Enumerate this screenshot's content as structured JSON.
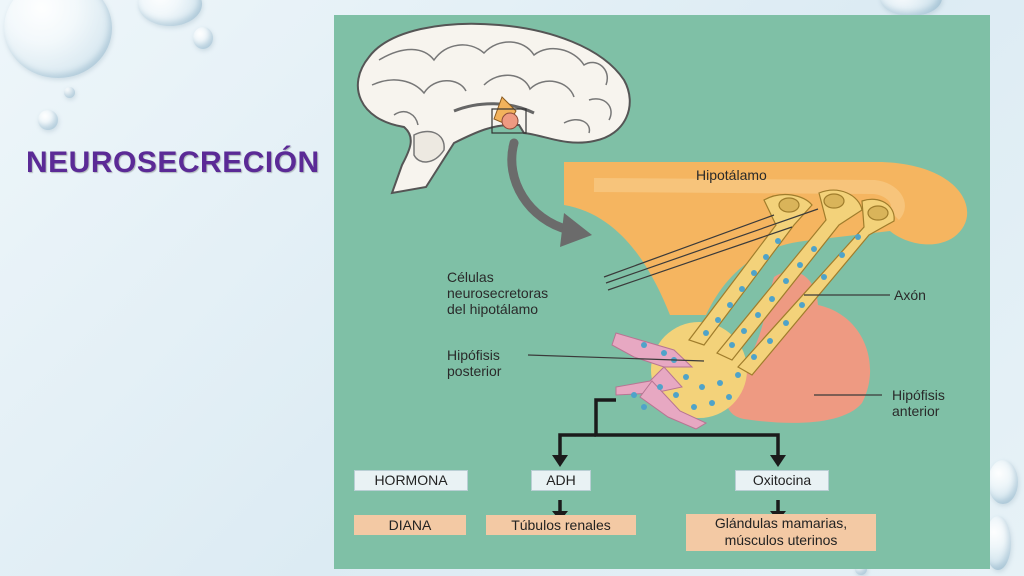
{
  "slide": {
    "title": "NEUROSECRECIÓN"
  },
  "diagram": {
    "labels": {
      "hipotalamo": "Hipotálamo",
      "celulas_line1": "Células",
      "celulas_line2": "neurosecretoras",
      "celulas_line3": "del hipotálamo",
      "axon": "Axón",
      "hipofisis_posterior_line1": "Hipófisis",
      "hipofisis_posterior_line2": "posterior",
      "hipofisis_anterior_line1": "Hipófisis",
      "hipofisis_anterior_line2": "anterior"
    },
    "table": {
      "hormona_label": "HORMONA",
      "diana_label": "DIANA",
      "adh": "ADH",
      "oxitocina": "Oxitocina",
      "tubulos": "Túbulos renales",
      "glandulas_line1": "Glándulas mamarias,",
      "glandulas_line2": "músculos uterinos"
    },
    "colors": {
      "background": "#7fc0a6",
      "hypothalamus": "#f5b560",
      "neuron": "#f3d27a",
      "anterior_pituitary": "#ee9a82",
      "vessel": "#e7a8c2",
      "granule": "#4fa3c9",
      "title": "#5b2a96"
    }
  }
}
